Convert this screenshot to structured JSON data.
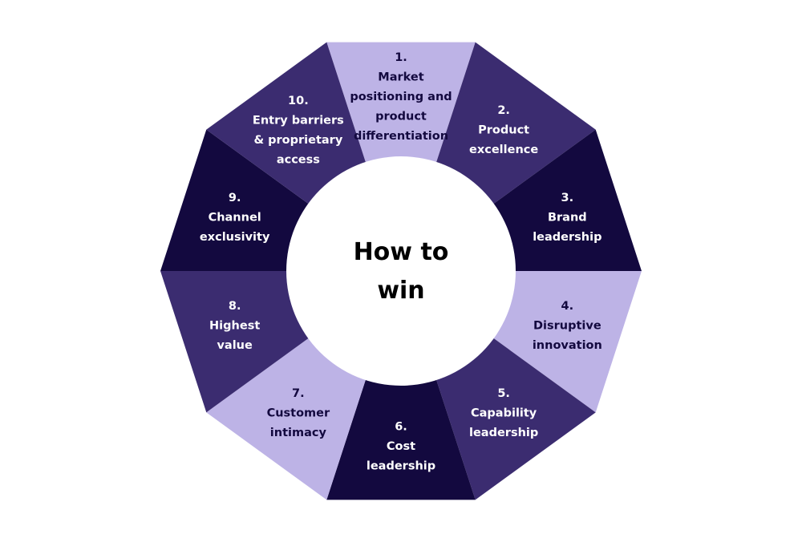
{
  "center": {
    "lines": [
      "How to",
      "win"
    ]
  },
  "colors": {
    "light": "#bdb3e6",
    "medium": "#3b2c70",
    "dark": "#13093f",
    "text_on_dark": "#ffffff",
    "text_on_light": "#13093f",
    "center_fill": "#ffffff",
    "center_text": "#000000"
  },
  "segments": [
    {
      "number": "1.",
      "lines": [
        "Market",
        "positioning and",
        "product",
        "differentiation"
      ],
      "shade": "light"
    },
    {
      "number": "2.",
      "lines": [
        "Product",
        "excellence"
      ],
      "shade": "medium"
    },
    {
      "number": "3.",
      "lines": [
        "Brand",
        "leadership"
      ],
      "shade": "dark"
    },
    {
      "number": "4.",
      "lines": [
        "Disruptive",
        "innovation"
      ],
      "shade": "light"
    },
    {
      "number": "5.",
      "lines": [
        "Capability",
        "leadership"
      ],
      "shade": "medium"
    },
    {
      "number": "6.",
      "lines": [
        "Cost",
        "leadership"
      ],
      "shade": "dark"
    },
    {
      "number": "7.",
      "lines": [
        "Customer",
        "intimacy"
      ],
      "shade": "light"
    },
    {
      "number": "8.",
      "lines": [
        "Highest",
        "value"
      ],
      "shade": "medium"
    },
    {
      "number": "9.",
      "lines": [
        "Channel",
        "exclusivity"
      ],
      "shade": "dark"
    },
    {
      "number": "10.",
      "lines": [
        "Entry barriers",
        "& proprietary",
        "access"
      ],
      "shade": "medium"
    }
  ]
}
